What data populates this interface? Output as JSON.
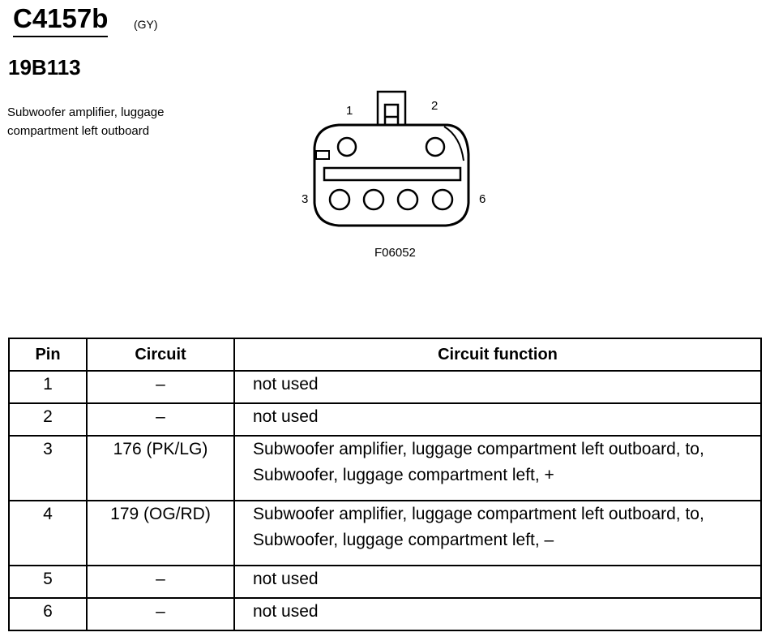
{
  "header": {
    "connector_id": "C4157b",
    "connector_color": "(GY)",
    "part_number": "19B113",
    "description": "Subwoofer amplifier, luggage compartment left outboard"
  },
  "diagram": {
    "pin_labels": {
      "p1": "1",
      "p2": "2",
      "p3": "3",
      "p6": "6"
    },
    "figure_code": "F06052"
  },
  "table": {
    "headers": {
      "pin": "Pin",
      "circuit": "Circuit",
      "function": "Circuit function"
    },
    "rows": [
      {
        "pin": "1",
        "circuit": "–",
        "function": "not used"
      },
      {
        "pin": "2",
        "circuit": "–",
        "function": "not used"
      },
      {
        "pin": "3",
        "circuit": "176 (PK/LG)",
        "function": "Subwoofer amplifier, luggage compartment left outboard, to, Subwoofer, luggage compartment left, +"
      },
      {
        "pin": "4",
        "circuit": "179 (OG/RD)",
        "function": "Subwoofer amplifier, luggage compartment left outboard, to, Subwoofer, luggage compartment left, –"
      },
      {
        "pin": "5",
        "circuit": "–",
        "function": "not used"
      },
      {
        "pin": "6",
        "circuit": "–",
        "function": "not used"
      }
    ]
  }
}
